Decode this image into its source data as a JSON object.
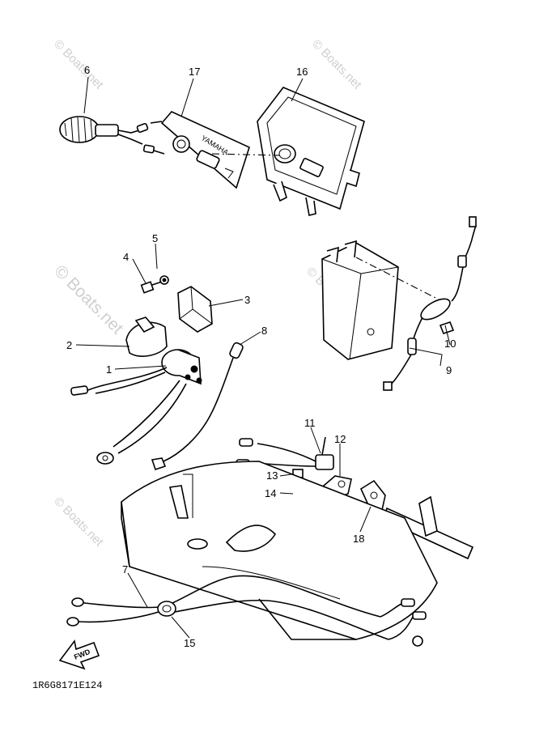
{
  "diagram": {
    "part_code": "1R6G8171E124",
    "brand_label": "YAMAHA",
    "fwd_label": "FWD",
    "watermark": "© Boats.net",
    "callouts": {
      "n1": "1",
      "n2": "2",
      "n3": "3",
      "n4": "4",
      "n5": "5",
      "n6": "6",
      "n7": "7",
      "n8": "8",
      "n9": "9",
      "n10": "10",
      "n11": "11",
      "n12": "12",
      "n13": "13",
      "n14": "14",
      "n15": "15",
      "n16": "16",
      "n17": "17",
      "n18": "18"
    }
  }
}
